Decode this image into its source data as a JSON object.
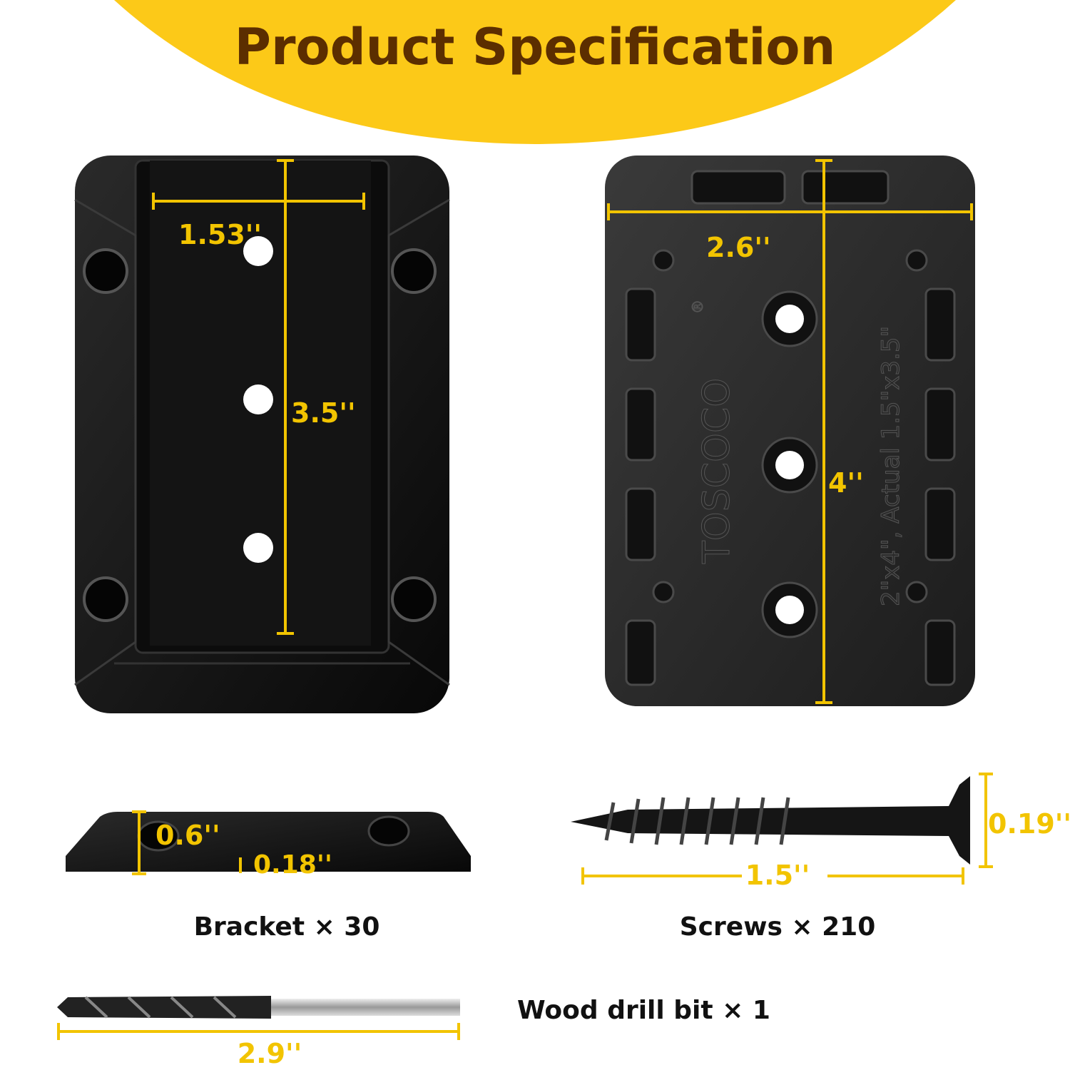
{
  "header": {
    "title": "Product Specification"
  },
  "colors": {
    "banner": "#FCC918",
    "title": "#5C2E00",
    "dimension": "#F2C400",
    "product": "#151515"
  },
  "bracket_top": {
    "width_label": "1.53''",
    "length_label": "3.5''"
  },
  "plate": {
    "width_label": "2.6''",
    "length_label": "4''",
    "brand": "TOSCOCO",
    "registered": "®",
    "embossed_size": "2\"x4\", Actual 1.5\"x3.5\""
  },
  "bracket_side": {
    "height_label": "0.6''",
    "thickness_label": "0.18''",
    "caption": "Bracket × 30"
  },
  "screw": {
    "head_label": "0.19''",
    "length_label": "1.5''",
    "caption": "Screws × 210"
  },
  "drill_bit": {
    "length_label": "2.9''",
    "caption": "Wood drill bit × 1"
  }
}
